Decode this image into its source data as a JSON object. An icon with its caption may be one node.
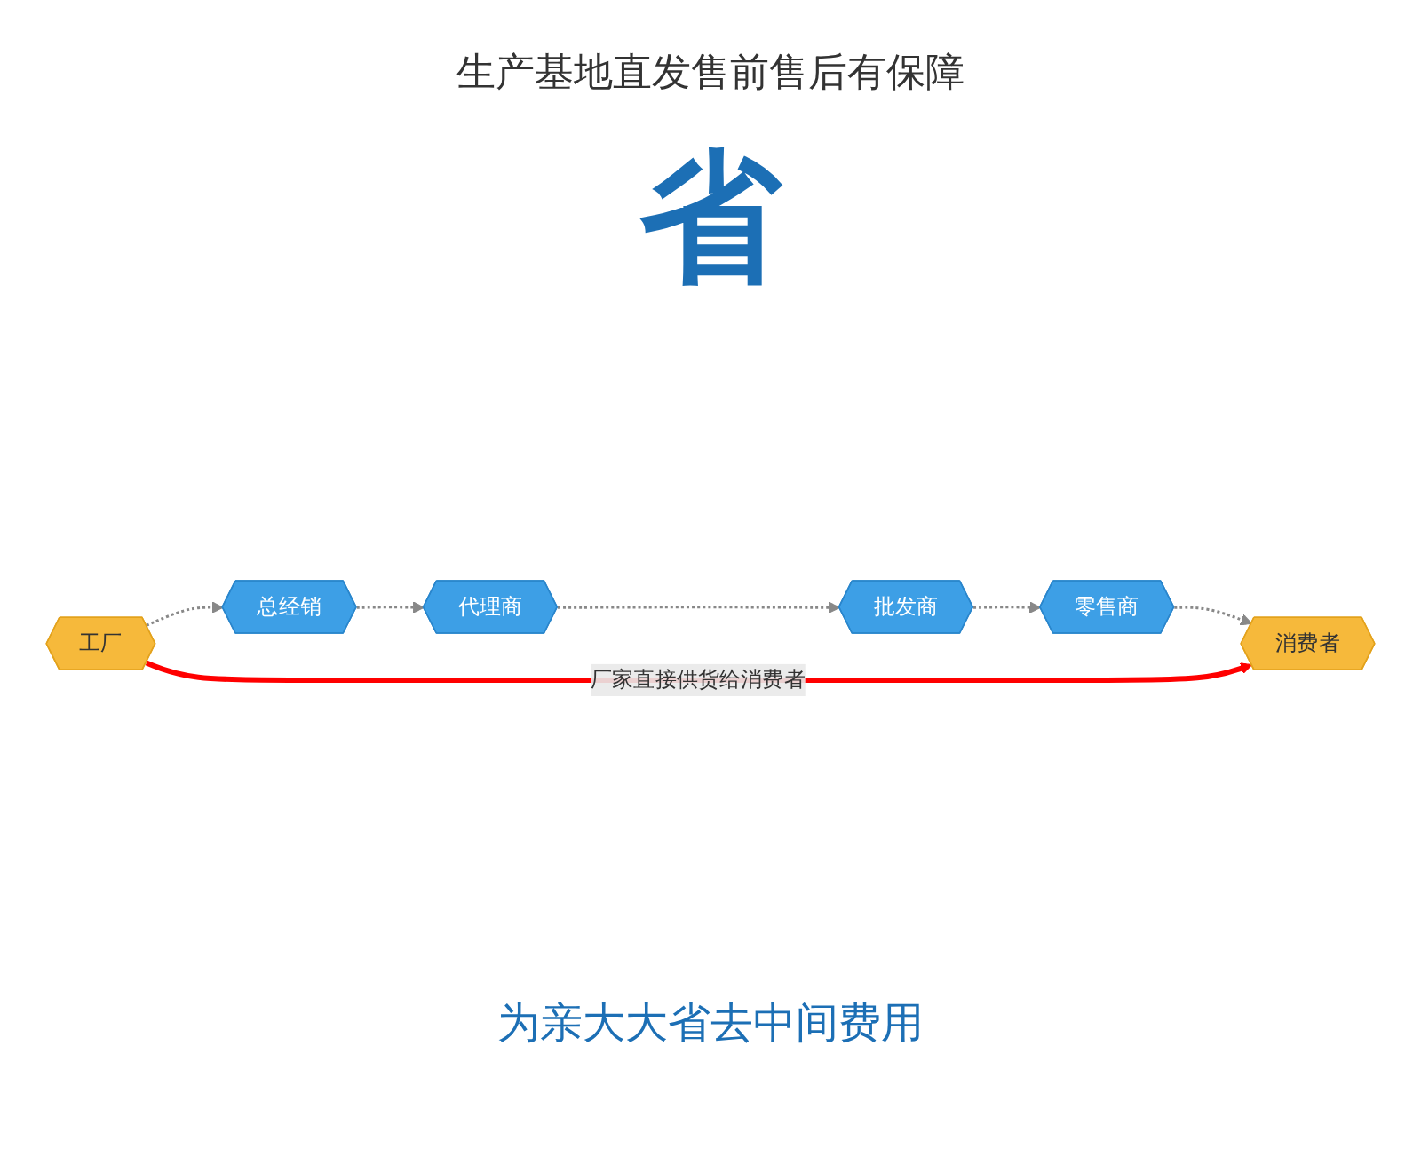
{
  "diagram": {
    "title": "生产基地直发售前售后有保障",
    "nodes": [
      {
        "text": [
          "工厂"
        ]
      },
      {
        "text": [
          "总经销"
        ]
      },
      {
        "text": [
          "代理商"
        ]
      },
      {
        "text": [
          "批发商"
        ]
      },
      {
        "text": [
          "零售商"
        ]
      },
      {
        "text": [
          "消费者"
        ]
      }
    ],
    "edges": [
      {
        "from": 0,
        "to": 1,
        "arrow": "to",
        "style": "dashed"
      },
      {
        "from": 1,
        "to": 2,
        "arrow": "to",
        "style": "dashed"
      },
      {
        "from": 2,
        "to": 3,
        "arrow": "to",
        "style": "dashed"
      },
      {
        "from": 3,
        "to": 4,
        "arrow": "to",
        "style": "dashed"
      },
      {
        "from": 4,
        "to": 5,
        "arrow": "to",
        "style": "dashed"
      },
      {
        "from": 0,
        "to": 5,
        "arrow": "to",
        "style": "thick",
        "color": "#ff0000",
        "label": "厂家直接供货给消费者"
      }
    ],
    "labels": [
      "省",
      "为亲大大省去中间费用"
    ]
  }
}
